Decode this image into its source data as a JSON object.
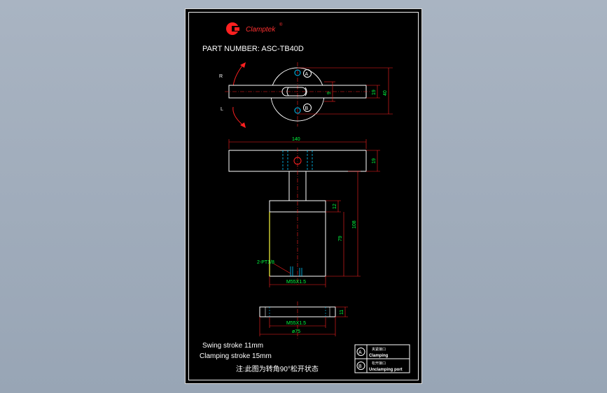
{
  "logo": {
    "text": "Clamptek",
    "letter": "C",
    "reg": "®"
  },
  "part_number": "PART NUMBER:  ASC-TB40D",
  "top_view": {
    "rotation_right": "R",
    "rotation_left": "L",
    "port_a": "A",
    "port_b": "B",
    "dim_9": "9",
    "dim_19": "19",
    "dim_40": "40"
  },
  "front_view": {
    "dim_140": "140",
    "dim_19": "19",
    "dim_12": "12",
    "dim_108": "108",
    "dim_79": "79",
    "port_label": "2-PT1/8",
    "thread_body": "M55X1.5"
  },
  "nut_view": {
    "dim_11": "11",
    "thread": "M55X1.5",
    "diameter": "ø75"
  },
  "notes": {
    "swing": "Swing stroke 11mm",
    "clamping": "Clamping stroke 15mm",
    "chinese_note": "注:此图为转角90°松开状态"
  },
  "legend": [
    {
      "symbol": "A",
      "cn": "夹紧接口",
      "en": "Clamping"
    },
    {
      "symbol": "B",
      "cn": "松开接口",
      "en": "Unclamping port"
    }
  ],
  "colors": {
    "red": "#ff2020",
    "green": "#00ff40",
    "cyan": "#00c8ff",
    "yellow": "#ffff40",
    "white": "#ffffff"
  }
}
